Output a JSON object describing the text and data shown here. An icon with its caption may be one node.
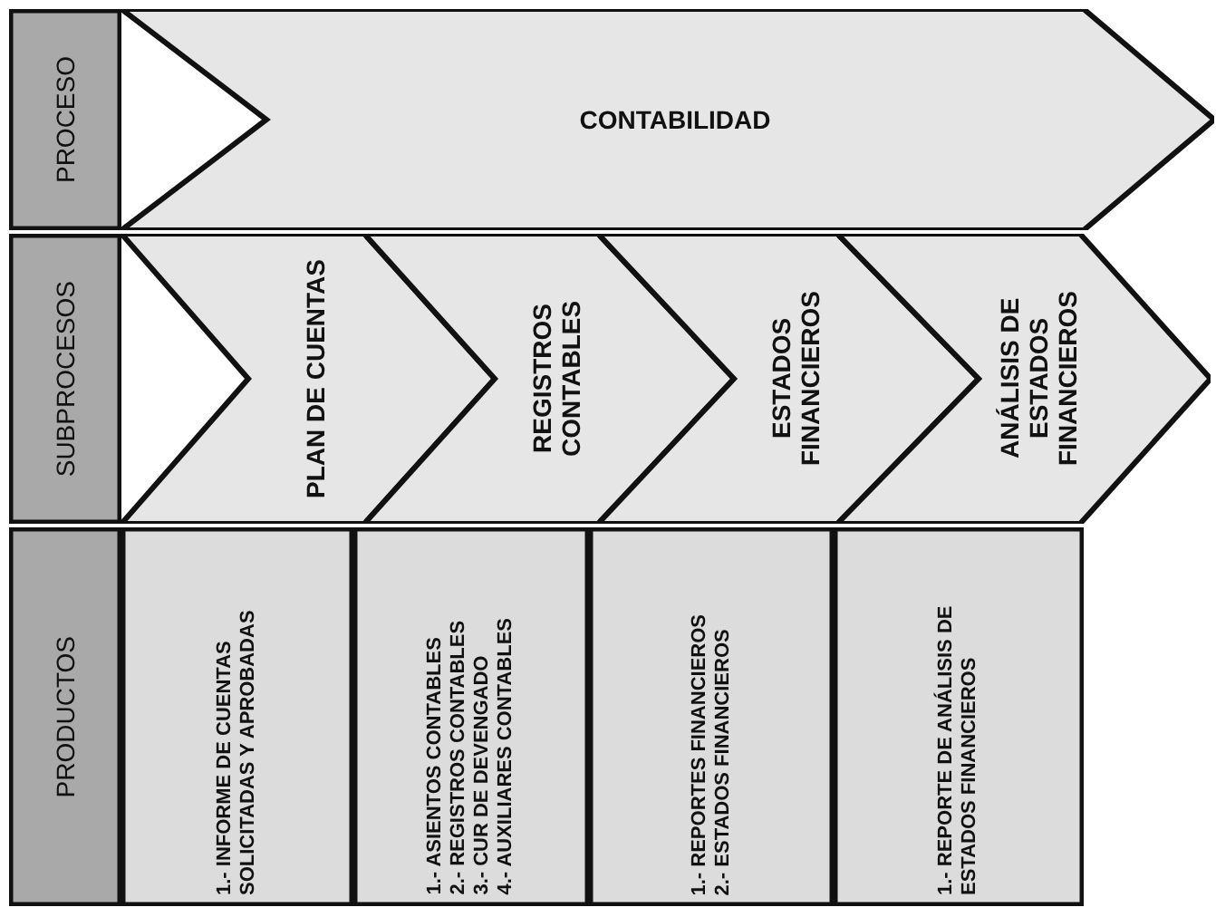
{
  "diagram": {
    "nodes": [
      {
        "text": [
          "PROCESO"
        ]
      },
      {
        "text": [
          "CONTABILIDAD"
        ]
      },
      {
        "text": [
          "SUBPROCESOS"
        ]
      },
      {
        "text": [
          "PLAN DE CUENTAS"
        ]
      },
      {
        "text": [
          "REGISTROS CONTABLES"
        ]
      },
      {
        "text": [
          "ESTADOS FINANCIEROS"
        ]
      },
      {
        "text": [
          "ANÁLISIS DE ESTADOS FINANCIEROS"
        ]
      },
      {
        "text": [
          "PRODUCTOS"
        ]
      },
      {
        "text": [
          "1.- INFORME DE CUENTAS SOLICITADAS Y APROBADAS"
        ]
      },
      {
        "text": [
          "1.- ASIENTOS CONTABLES",
          "2.- REGISTROS CONTABLES",
          "3.- CUR DE DEVENGADO",
          "4.- AUXILIARES CONTABLES"
        ]
      },
      {
        "text": [
          "1.- REPORTES FINANCIEROS",
          "2.- ESTADOS FINANCIEROS"
        ]
      },
      {
        "text": [
          "1.- REPORTE DE ANÁLISIS DE ESTADOS FINANCIEROS"
        ]
      }
    ],
    "edges": []
  }
}
